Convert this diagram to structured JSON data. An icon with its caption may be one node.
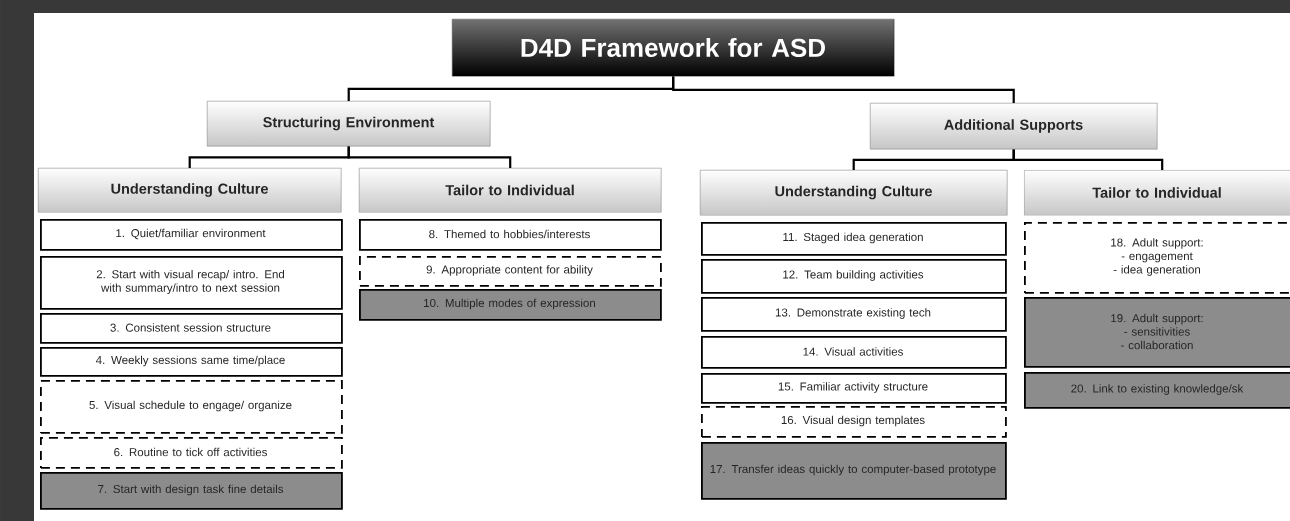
{
  "diagram": {
    "nodes": [
      {
        "text": [
          "D4D Framework for ASD"
        ]
      },
      {
        "text": [
          "Structuring Environment"
        ]
      },
      {
        "text": [
          "Additional Supports"
        ]
      },
      {
        "text": [
          "Understanding Culture"
        ]
      },
      {
        "text": [
          "Tailor to Individual"
        ]
      },
      {
        "text": [
          "Understanding Culture"
        ]
      },
      {
        "text": [
          "Tailor to Individual"
        ]
      },
      {
        "text": [
          "1. Quiet/familiar environment"
        ]
      },
      {
        "text": [
          "2. Start with visual recap/ intro. End with summary/intro to next session"
        ]
      },
      {
        "text": [
          "3. Consistent session structure"
        ]
      },
      {
        "text": [
          "4. Weekly sessions same time/place"
        ]
      },
      {
        "text": [
          "5. Visual schedule to engage/ organize"
        ]
      },
      {
        "text": [
          "6. Routine to tick off activities"
        ]
      },
      {
        "text": [
          "7. Start with design task fine details"
        ]
      },
      {
        "text": [
          "8. Themed to hobbies/interests"
        ]
      },
      {
        "text": [
          "9. Appropriate content for ability"
        ]
      },
      {
        "text": [
          "10. Multiple modes of expression"
        ]
      },
      {
        "text": [
          "11. Staged idea generation"
        ]
      },
      {
        "text": [
          "12. Team building activities"
        ]
      },
      {
        "text": [
          "13. Demonstrate existing tech"
        ]
      },
      {
        "text": [
          "14. Visual activities"
        ]
      },
      {
        "text": [
          "15. Familiar activity structure"
        ]
      },
      {
        "text": [
          "16. Visual design templates"
        ]
      },
      {
        "text": [
          "17. Transfer ideas quickly to computer-based prototype"
        ]
      },
      {
        "text": [
          "18. Adult support:",
          "- engagement",
          "- idea generation"
        ]
      },
      {
        "text": [
          "19. Adult support:",
          "- sensitivities",
          "- collaboration"
        ]
      },
      {
        "text": [
          "20. Link to existing knowledge/sk"
        ]
      }
    ],
    "edges": [
      {
        "from": 0,
        "to": 1,
        "arrow": "none"
      },
      {
        "from": 0,
        "to": 2,
        "arrow": "none"
      },
      {
        "from": 1,
        "to": 3,
        "arrow": "none"
      },
      {
        "from": 1,
        "to": 4,
        "arrow": "none"
      },
      {
        "from": 2,
        "to": 5,
        "arrow": "none"
      },
      {
        "from": 2,
        "to": 6,
        "arrow": "none"
      }
    ]
  }
}
